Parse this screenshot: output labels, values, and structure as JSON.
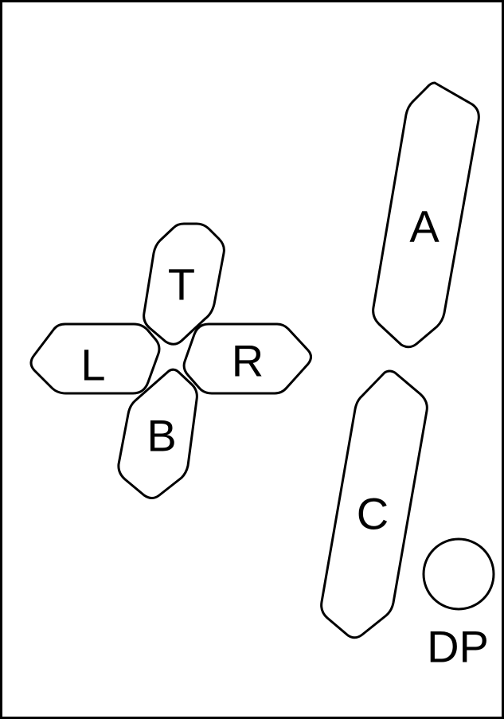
{
  "dpad": {
    "top_label": "T",
    "left_label": "L",
    "right_label": "R",
    "bottom_label": "B"
  },
  "buttons": {
    "a_label": "A",
    "c_label": "C",
    "dp_label": "DP"
  },
  "colors": {
    "stroke": "#000000",
    "fill": "#ffffff"
  }
}
